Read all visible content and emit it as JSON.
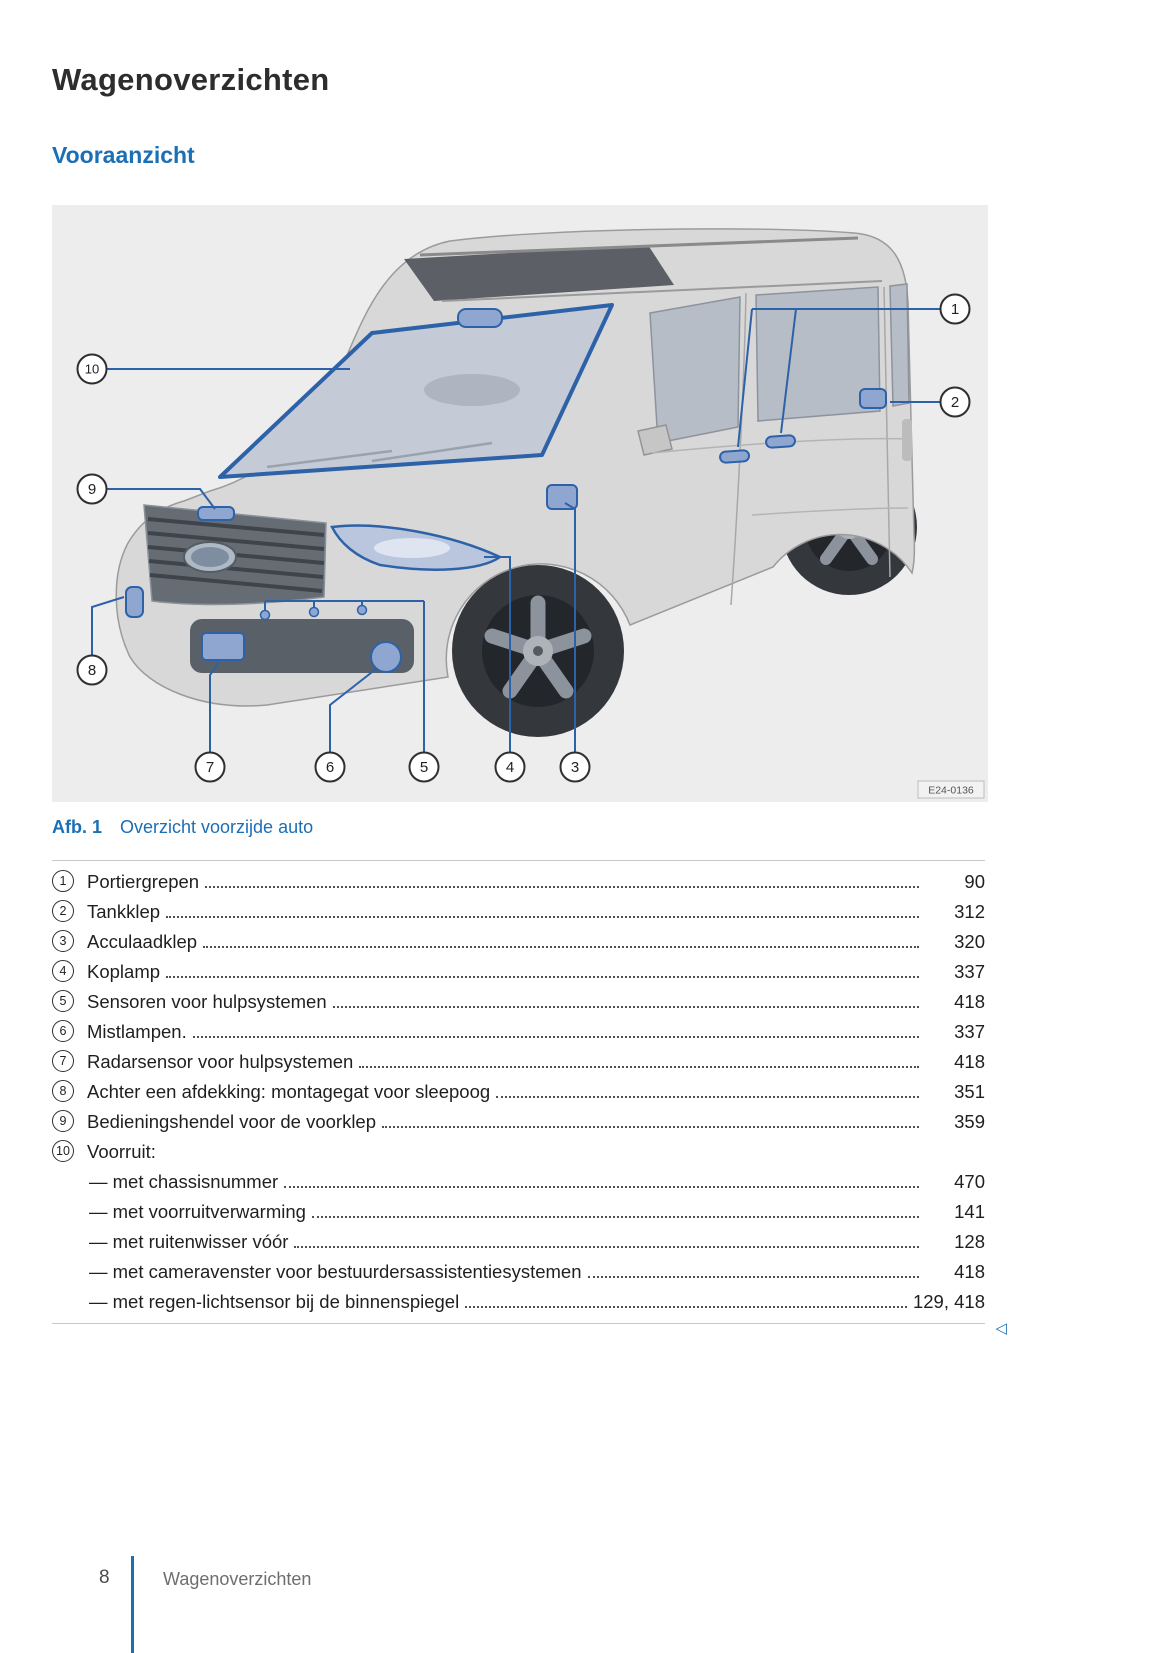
{
  "page": {
    "title": "Wagenoverzichten",
    "section_heading": "Vooraanzicht",
    "nav_arrow": "◁",
    "footer": {
      "page_number": "8",
      "footer_title": "Wagenoverzichten"
    }
  },
  "figure": {
    "caption_label": "Afb. 1",
    "caption_text": "Overzicht voorzijde auto",
    "image_code": "E24-0136",
    "callouts": [
      "1",
      "2",
      "3",
      "4",
      "5",
      "6",
      "7",
      "8",
      "9",
      "10"
    ],
    "accent_color": "#2e62a8"
  },
  "legend": {
    "items": [
      {
        "num": "1",
        "label": "Portiergrepen",
        "page": "90"
      },
      {
        "num": "2",
        "label": "Tankklep",
        "page": "312"
      },
      {
        "num": "3",
        "label": "Acculaadklep",
        "page": "320"
      },
      {
        "num": "4",
        "label": "Koplamp",
        "page": "337"
      },
      {
        "num": "5",
        "label": "Sensoren voor hulpsystemen",
        "page": "418"
      },
      {
        "num": "6",
        "label": "Mistlampen.",
        "page": "337"
      },
      {
        "num": "7",
        "label": "Radarsensor voor hulpsystemen",
        "page": "418"
      },
      {
        "num": "8",
        "label": "Achter een afdekking: montagegat voor sleepoog",
        "page": "351"
      },
      {
        "num": "9",
        "label": "Bedieningshendel voor de voorklep",
        "page": "359"
      },
      {
        "num": "10",
        "label": "Voorruit:",
        "page": ""
      }
    ],
    "subitems": [
      {
        "label": "— met chassisnummer",
        "page": "470"
      },
      {
        "label": "— met voorruitverwarming",
        "page": "141"
      },
      {
        "label": "— met ruitenwisser vóór",
        "page": "128"
      },
      {
        "label": "— met cameravenster voor bestuurdersassistentiesystemen",
        "page": "418"
      },
      {
        "label": "— met regen-lichtsensor bij de binnenspiegel",
        "page": "129, 418"
      }
    ]
  },
  "colors": {
    "accent_blue": "#1b6fb5",
    "part_highlight": "#8fa7d0"
  }
}
